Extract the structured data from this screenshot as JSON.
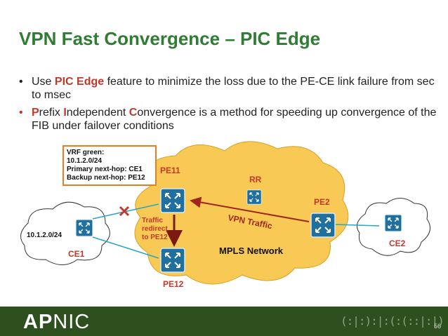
{
  "slide": {
    "title": "VPN Fast Convergence – PIC Edge",
    "page_number": "56",
    "bullets": [
      {
        "parts": [
          "Use ",
          "PIC Edge",
          " feature to minimize the loss due to the PE-CE link failure from sec to msec"
        ]
      },
      {
        "parts": [
          "P",
          "refix ",
          "I",
          "ndependent ",
          "C",
          "onvergence is a method for speeding up convergence of the FIB under failover conditions"
        ]
      }
    ]
  },
  "diagram": {
    "vrf_box": {
      "line1": "VRF green:",
      "line2": "10.1.2.0/24",
      "line3": "Primary next-hop: CE1",
      "line4": "Backup next-hop: PE12"
    },
    "labels": {
      "pe11": "PE11",
      "pe12": "PE12",
      "pe2": "PE2",
      "rr": "RR",
      "ce1": "CE1",
      "ce2": "CE2",
      "prefix": "10.1.2.0/24",
      "mpls": "MPLS Network",
      "vpn_traffic": "VPN Traffic",
      "redirect_1": "Traffic",
      "redirect_2": "redirect",
      "redirect_3": "to PE12"
    },
    "icons": [
      "router-icon",
      "link-failure-icon"
    ]
  },
  "footer": {
    "logo_bold": "AP",
    "logo_rest": "NIC",
    "wave_text": "(:|:):|:(:(::|:|)"
  },
  "colors": {
    "title": "#2e7d32",
    "highlight": "#c0392b",
    "cloud": "#f9c955",
    "router": "#1f6f9f",
    "footer": "#2e4f1e",
    "traffic_arrow": "#a0261b",
    "vrf_border": "#e67e22"
  }
}
